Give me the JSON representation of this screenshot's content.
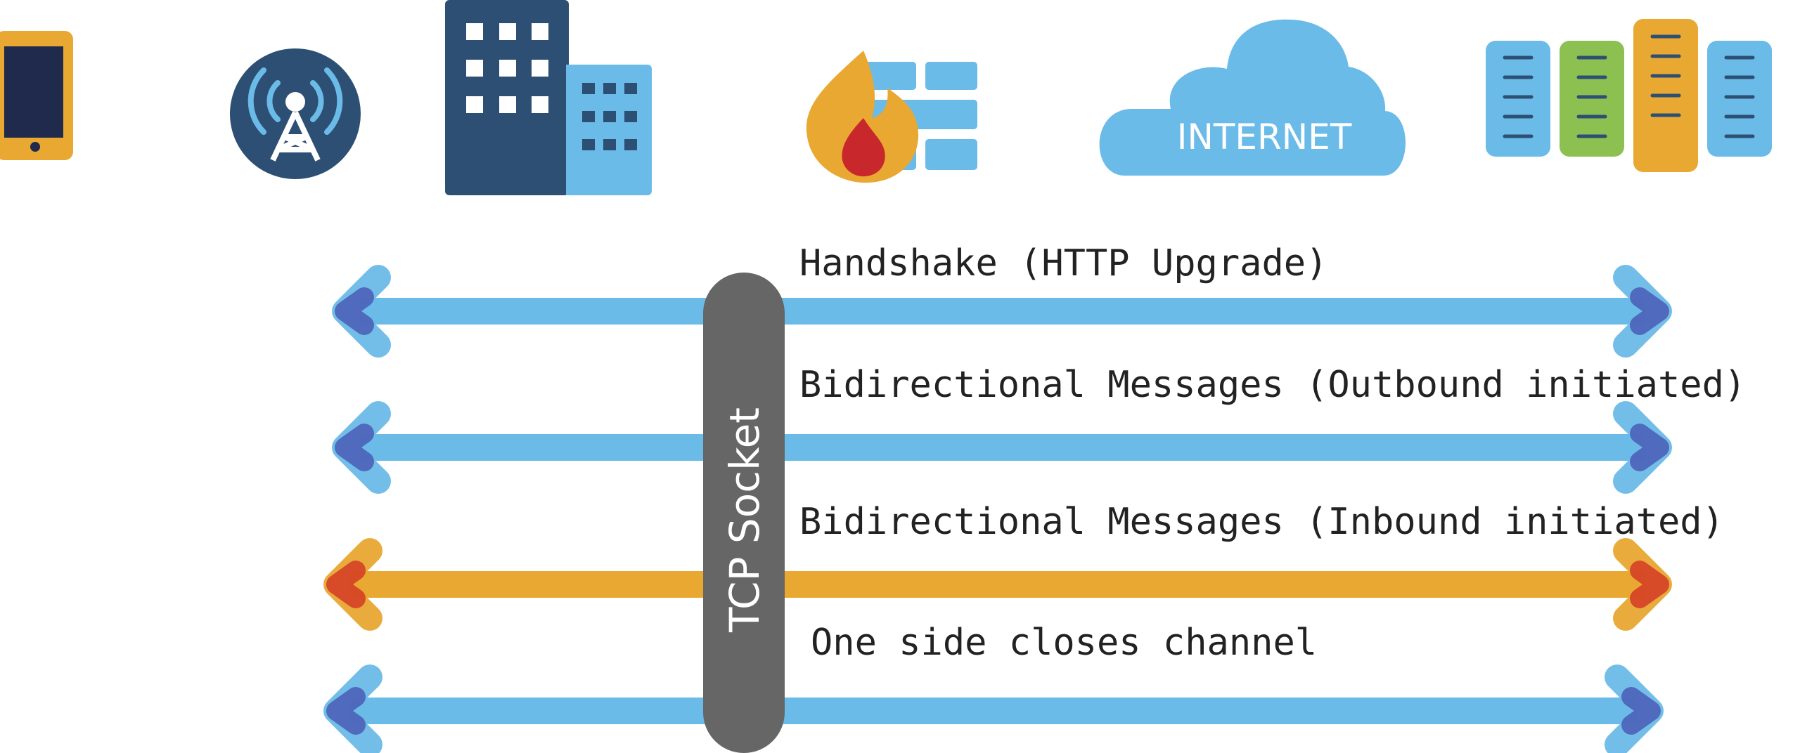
{
  "icons": {
    "phone": "phone-icon",
    "antenna": "cell-tower-icon",
    "buildings": "office-buildings-icon",
    "firewall": "firewall-icon",
    "cloud": "internet-cloud-icon",
    "servers": "server-rack-icon"
  },
  "cloud_label": "INTERNET",
  "socket_label": "TCP Socket",
  "messages": [
    {
      "label": "Handshake (HTTP Upgrade)",
      "color": "#6bbbe8",
      "tip": "#4a5cb5"
    },
    {
      "label": "Bidirectional Messages (Outbound initiated)",
      "color": "#6bbbe8",
      "tip": "#4a5cb5"
    },
    {
      "label": "Bidirectional Messages (Inbound initiated)",
      "color": "#e8a832",
      "tip": "#d43a25"
    },
    {
      "label": "One side closes channel",
      "color": "#6bbbe8",
      "tip": "#4a5cb5"
    }
  ],
  "colors": {
    "blue": "#6bbbe8",
    "navy": "#2d4f73",
    "orange": "#e8a832",
    "red": "#c8282c",
    "green": "#8cc152",
    "socket": "#666666",
    "text": "#222222"
  }
}
